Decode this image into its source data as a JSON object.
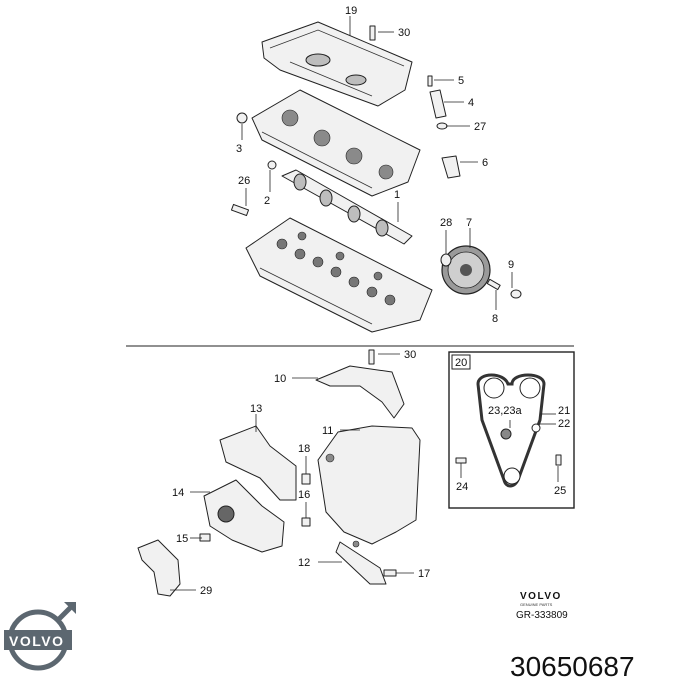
{
  "callouts": {
    "n19": "19",
    "n30a": "30",
    "n5": "5",
    "n4": "4",
    "n27": "27",
    "n3": "3",
    "n6": "6",
    "n26": "26",
    "n2": "2",
    "n1": "1",
    "n28": "28",
    "n7": "7",
    "n9": "9",
    "n8": "8",
    "n30b": "30",
    "n10": "10",
    "n13": "13",
    "n11": "11",
    "n18": "18",
    "n16": "16",
    "n14": "14",
    "n15": "15",
    "n12": "12",
    "n17": "17",
    "n29": "29",
    "n20": "20",
    "n23": "23,23a",
    "n21": "21",
    "n22": "22",
    "n24": "24",
    "n25": "25"
  },
  "brand": {
    "logo_text": "VOLVO",
    "small_logo_text": "VOLVO",
    "small_tagline": "GENUINE PARTS",
    "drawing_ref": "GR-333809"
  },
  "part_number": "30650687",
  "colors": {
    "line": "#222222",
    "part_fill": "#f1f1f1",
    "logo": "#5c6770"
  }
}
